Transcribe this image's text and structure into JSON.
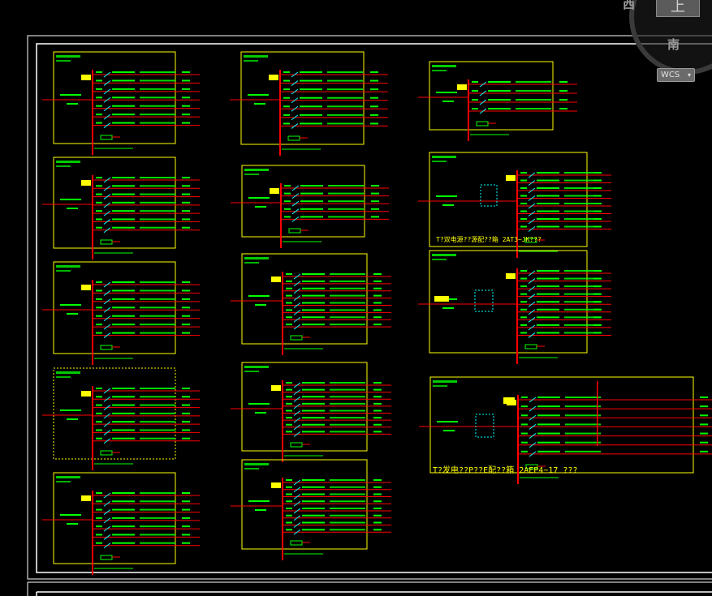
{
  "viewcube": {
    "face_label": "上",
    "west_label": "西",
    "south_label": "南"
  },
  "wcs": {
    "label": "WCS",
    "arrow": "▾"
  },
  "drawing": {
    "panel_title_1": "T?双电源??源配??箱 2AT3~JK???",
    "panel_title_2": "T?发电??P??E配??箱 2AEP4~17 ???"
  },
  "colors": {
    "frame": "#ffffff",
    "box": "#ffff00",
    "bus": "#ff0000",
    "text": "#00ff00",
    "accent": "#00ffff"
  }
}
